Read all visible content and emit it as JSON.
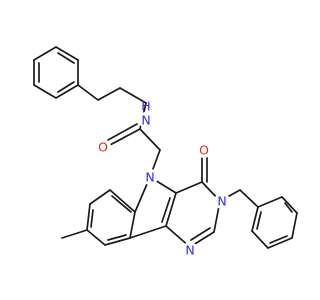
{
  "structure": {
    "atoms": [
      {
        "id": "O1",
        "label": "O",
        "color": "#e8281e"
      },
      {
        "id": "NH",
        "label": "N",
        "sub": "H",
        "color": "#2c2ce0"
      },
      {
        "id": "N5",
        "label": "N",
        "color": "#2c2ce0"
      },
      {
        "id": "O2",
        "label": "O",
        "color": "#e8281e"
      },
      {
        "id": "N3",
        "label": "N",
        "color": "#2c2ce0"
      },
      {
        "id": "N1",
        "label": "N",
        "color": "#2c2ce0"
      }
    ],
    "bond_color": "#1a1a1a"
  }
}
